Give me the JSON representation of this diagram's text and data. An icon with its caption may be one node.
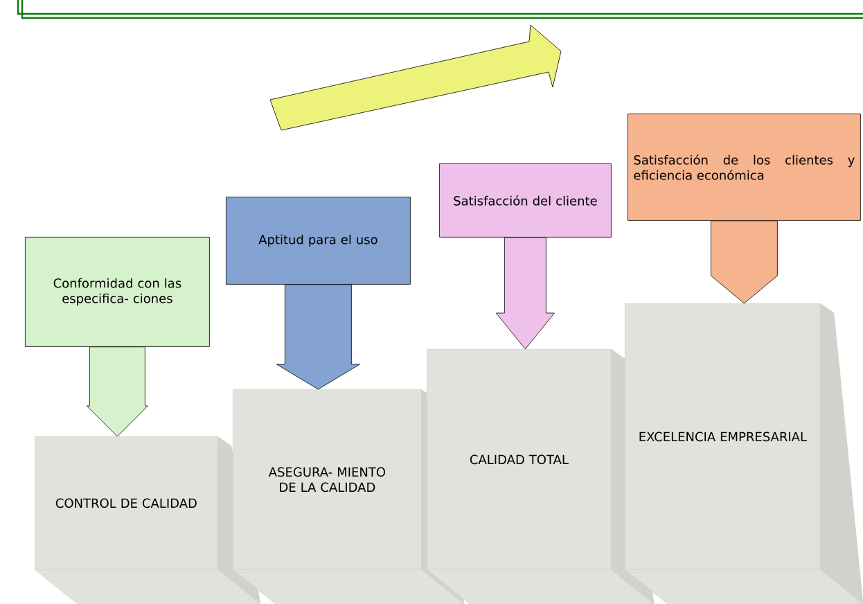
{
  "diagram": {
    "nodes": [
      {
        "text": [
          "Conformidad con las especifica- ciones"
        ]
      },
      {
        "text": [
          "Aptitud para el uso"
        ]
      },
      {
        "text": [
          "Satisfacción del cliente"
        ]
      },
      {
        "text": [
          "Satisfacción de los clientes y eficiencia económica"
        ]
      },
      {
        "text": [
          "CONTROL DE CALIDAD"
        ]
      },
      {
        "text": [
          "ASEGURA- MIENTO DE LA CALIDAD"
        ]
      },
      {
        "text": [
          "CALIDAD TOTAL"
        ]
      },
      {
        "text": [
          "EXCELENCIA EMPRESARIAL"
        ]
      }
    ],
    "edges": [
      {
        "from": 0,
        "to": 4,
        "arrow": "to",
        "color": "#d6f2cc"
      },
      {
        "from": 1,
        "to": 5,
        "arrow": "to",
        "color": "#84a2d2"
      },
      {
        "from": 2,
        "to": 6,
        "arrow": "to",
        "color": "#eec0ea"
      },
      {
        "from": 3,
        "to": 7,
        "arrow": "to",
        "color": "#f5b38e"
      }
    ]
  }
}
